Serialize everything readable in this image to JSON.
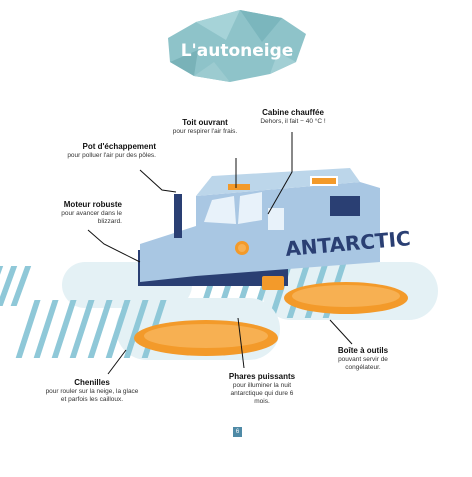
{
  "title": "L'autoneige",
  "vehicle_text": "ANTARCTIC",
  "callouts": {
    "roof": {
      "head": "Toit ouvrant",
      "body": "pour respirer l'air frais."
    },
    "cabin": {
      "head": "Cabine chauffée",
      "body": "Dehors, il fait − 40 °C !"
    },
    "exhaust": {
      "head": "Pot d'échappement",
      "body": "pour polluer l'air pur des pôles."
    },
    "engine": {
      "head": "Moteur robuste",
      "body": "pour avancer dans le blizzard."
    },
    "toolbox": {
      "head": "Boîte à outils",
      "body": "pouvant servir de congélateur."
    },
    "tracks": {
      "head": "Chenilles",
      "body": "pour rouler sur la neige, la glace et parfois les cailloux."
    },
    "headlights": {
      "head": "Phares puissants",
      "body": "pour illuminer la nuit antarctique qui dure 6 mois."
    }
  },
  "page_number": "6",
  "colors": {
    "banner": "#8ec3c9",
    "body": "#a9c7e3",
    "navy": "#2a3f73",
    "track_orange": "#f39a2a",
    "track_stripe": "#8fc8d8",
    "page_box": "#4f8aa6"
  }
}
